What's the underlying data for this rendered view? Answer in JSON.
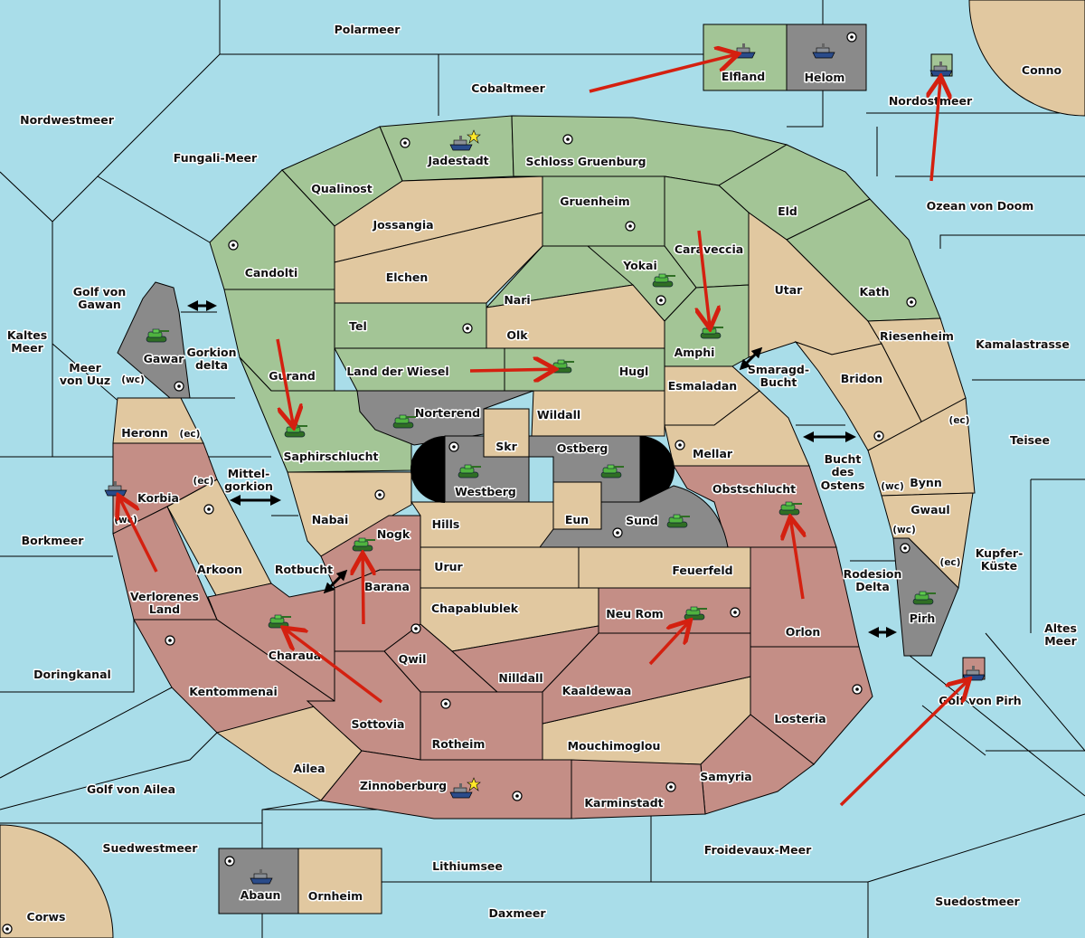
{
  "colors": {
    "water": "#a9dde9",
    "green_power": "#a3c596",
    "tan_neutral": "#e1c8a0",
    "red_power": "#c48e86",
    "gray_power": "#8a8a8a",
    "order_arrow": "#d42010"
  },
  "sea": {
    "polarmeer": "Polarmeer",
    "cobaltmeer": "Cobaltmeer",
    "nordwestmeer": "Nordwestmeer",
    "fungali": "Fungali-Meer",
    "nordostmeer": "Nordostmeer",
    "ozean": "Ozean von Doom",
    "golf_gawan_1": "Golf von",
    "golf_gawan_2": "Gawan",
    "kaltes_1": "Kaltes",
    "kaltes_2": "Meer",
    "uuz_1": "Meer",
    "uuz_2": "von Uuz",
    "gorkion_1": "Gorkion",
    "gorkion_2": "delta",
    "mittel_1": "Mittel-",
    "mittel_2": "gorkion",
    "borkmeer": "Borkmeer",
    "rotbucht": "Rotbucht",
    "doringkanal": "Doringkanal",
    "golf_ailea": "Golf von Ailea",
    "suedwestmeer": "Suedwestmeer",
    "lithiumsee": "Lithiumsee",
    "daxmeer": "Daxmeer",
    "froidevaux": "Froidevaux-Meer",
    "suedostmeer": "Suedostmeer",
    "golf_pirh": "Golf von Pirh",
    "altes_1": "Altes",
    "altes_2": "Meer",
    "kupfer_1": "Kupfer-",
    "kupfer_2": "Küste",
    "rodesion_1": "Rodesion",
    "rodesion_2": "Delta",
    "bucht_1": "Bucht",
    "bucht_2": "des",
    "bucht_3": "Ostens",
    "smaragd_1": "Smaragd-",
    "smaragd_2": "Bucht",
    "teisee": "Teisee",
    "kamalastrasse": "Kamalastrasse"
  },
  "land": {
    "conno": "Conno",
    "corws": "Corws",
    "elfland": "Elfland",
    "helom": "Helom",
    "abaun": "Abaun",
    "ornheim": "Ornheim",
    "jadestadt": "Jadestadt",
    "schloss": "Schloss Gruenburg",
    "qualinost": "Qualinost",
    "jossangia": "Jossangia",
    "gruenheim": "Gruenheim",
    "eld": "Eld",
    "candolti": "Candolti",
    "elchen": "Elchen",
    "caraveccia": "Caraveccia",
    "yokai": "Yokai",
    "nari": "Nari",
    "utar": "Utar",
    "kath": "Kath",
    "tel": "Tel",
    "olk": "Olk",
    "riesenheim": "Riesenheim",
    "amphi": "Amphi",
    "gurand": "Gurand",
    "land_der_wiesel": "Land der Wiesel",
    "hugl": "Hugl",
    "bridon": "Bridon",
    "esmaladan": "Esmaladan",
    "gawar": "Gawar",
    "heronn": "Heronn",
    "norterend": "Norterend",
    "wildall": "Wildall",
    "skr": "Skr",
    "ostberg": "Ostberg",
    "mellar": "Mellar",
    "saphirschlucht": "Saphirschlucht",
    "westberg": "Westberg",
    "bynn": "Bynn",
    "korbia": "Korbia",
    "obstschlucht": "Obstschlucht",
    "gwaul": "Gwaul",
    "nabai": "Nabai",
    "hills": "Hills",
    "eun": "Eun",
    "sund": "Sund",
    "nogk": "Nogk",
    "arkoon": "Arkoon",
    "urur": "Urur",
    "feuerfeld": "Feuerfeld",
    "barana": "Barana",
    "verlorenes_1": "Verlorenes",
    "verlorenes_2": "Land",
    "chapablublek": "Chapablublek",
    "neu_rom": "Neu Rom",
    "pirh": "Pirh",
    "orlon": "Orlon",
    "charaua": "Charaua",
    "qwil": "Qwil",
    "nilldall": "Nilldall",
    "kentommenai": "Kentommenai",
    "kaaldewaa": "Kaaldewaa",
    "losteria": "Losteria",
    "sottovia": "Sottovia",
    "rotheim": "Rotheim",
    "mouchimoglou": "Mouchimoglou",
    "ailea": "Ailea",
    "samyria": "Samyria",
    "zinnoberburg": "Zinnoberburg",
    "karminstadt": "Karminstadt"
  },
  "coasts": {
    "wc": "(wc)",
    "ec": "(ec)"
  },
  "units": [
    {
      "type": "fleet",
      "location": "Jadestadt",
      "capital_star": true
    },
    {
      "type": "fleet",
      "location": "Elfland"
    },
    {
      "type": "fleet",
      "location": "Helom"
    },
    {
      "type": "fleet",
      "location": "Nordostmeer"
    },
    {
      "type": "army",
      "location": "Gawar"
    },
    {
      "type": "army",
      "location": "Saphirschlucht"
    },
    {
      "type": "army",
      "location": "Norterend"
    },
    {
      "type": "army",
      "location": "Westberg"
    },
    {
      "type": "army",
      "location": "Ostberg"
    },
    {
      "type": "army",
      "location": "Sund"
    },
    {
      "type": "army",
      "location": "Hugl"
    },
    {
      "type": "army",
      "location": "Yokai"
    },
    {
      "type": "army",
      "location": "Amphi"
    },
    {
      "type": "army",
      "location": "Obstschlucht"
    },
    {
      "type": "army",
      "location": "Pirh"
    },
    {
      "type": "army",
      "location": "Nogk"
    },
    {
      "type": "army",
      "location": "Charaua"
    },
    {
      "type": "army",
      "location": "Neu Rom"
    },
    {
      "type": "fleet",
      "location": "Korbia"
    },
    {
      "type": "fleet",
      "location": "Zinnoberburg",
      "capital_star": true
    },
    {
      "type": "fleet",
      "location": "Abaun"
    },
    {
      "type": "fleet",
      "location": "Golf von Pirh"
    }
  ],
  "orders": [
    {
      "from": "Cobaltmeer",
      "to": "Elfland"
    },
    {
      "from": "Ozean von Doom",
      "to": "Nordostmeer"
    },
    {
      "from": "Gurand",
      "to": "Saphirschlucht"
    },
    {
      "from": "Caraveccia",
      "to": "Amphi"
    },
    {
      "from": "Land der Wiesel",
      "to": "Hugl"
    },
    {
      "from": "Verlorenes Land",
      "to": "Korbia"
    },
    {
      "from": "Orlon",
      "to": "Obstschlucht"
    },
    {
      "from": "Barana",
      "to": "Nogk"
    },
    {
      "from": "Sottovia",
      "to": "Charaua"
    },
    {
      "from": "Kaaldewaa",
      "to": "Neu Rom"
    },
    {
      "from": "Froidevaux-Meer",
      "to": "Golf von Pirh"
    }
  ]
}
